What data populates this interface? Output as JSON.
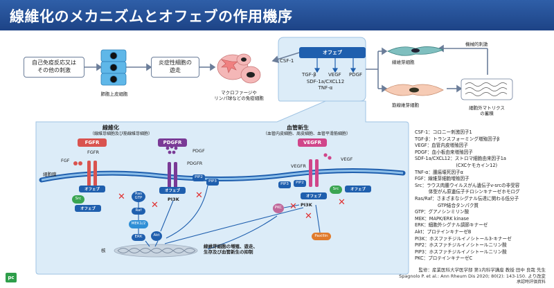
{
  "title": "線維化のメカニズムとオフェブの作用機序",
  "top_flow": {
    "stimulus": "自己免疫反応又は\nその他の刺激",
    "epithelial": "肺胞上皮細胞",
    "inflammatory": "炎症性細胞の\n遊走",
    "macrophage": "マクロファージや\nリンパ球などの免疫細胞",
    "ofev": "オフェブ",
    "csf": "CSF-1",
    "tgf": "TGF-β",
    "vegf": "VEGF",
    "pdgf": "PDGF",
    "sdf": "SDF-1a/CXCL12",
    "tnf": "TNF-α",
    "mechanical": "機械的刺激",
    "fibroblast": "線維芽細胞",
    "myofibroblast": "筋線維芽細胞",
    "ecm": "細胞外マトリクス\nの蓄積"
  },
  "detail": {
    "fibrosis_title": "線維化",
    "fibrosis_sub": "（線維芽細胞及び筋線維芽細胞）",
    "angio_title": "血管新生",
    "angio_sub": "（血管内皮細胞、周皮細胞、血管平滑筋細胞）",
    "fgfr": "FGFR",
    "pdgfr": "PDGFR",
    "vegfr": "VEGFR",
    "fgf": "FGF",
    "fgfr_label": "FGFR",
    "pdgf_label": "PDGF",
    "pdgfr_label": "PDGFR",
    "vegf_label": "VEGF",
    "vegfr_label": "VEGFR",
    "membrane": "細胞膜",
    "ofev_node": "オフェブ",
    "src": "Src",
    "ras": "Ras\nGTP",
    "raf": "Raf",
    "mek": "MEK1/2",
    "erk": "ERK",
    "akt": "Akt",
    "pi3k": "PI3K",
    "pip2": "PIP2",
    "pip3": "PIP3",
    "pkc": "PKC",
    "paxillin": "Paxillin",
    "nucleus": "核",
    "outcome": "線維芽細胞の増殖、遊走、\n生存及び血管新生の抑制"
  },
  "legend": [
    "CSF-1：コロニー刺激因子1",
    "TGF-β：トランスフォーミング増殖因子β",
    "VEGF：血管内皮増殖因子",
    "PDGF：血小板由来増殖因子",
    "SDF-1a/CXCL12：ストロマ細胞由来因子1a",
    "　　　　　　　　　(CXCケモカイン12)",
    "TNF-α：腫瘍壊死因子α",
    "FGF：線維芽細胞増殖因子",
    "Src：ラウス肉腫ウイルスがん遺伝子v-srcの非受容",
    "　　　体型がん原遺伝子チロシンキナーゼホモログ",
    "Ras/Raf：さまざまなシグナル伝達に関わる低分子",
    "　　　　　GTP結合タンパク質",
    "GTP：グアノシンミリン酸",
    "MEK：MAPK/ERK kinase",
    "ERK：細胞外シグナル調節キナーゼ",
    "Akt：プロテインキナーゼB",
    "PI3K：ホスファチジルイノシトール3-キナーゼ",
    "PIP2：ホスファチジルイノシトールニリン酸",
    "PIP3：ホスファチジルイノシトールニリン酸",
    "PKC：プロテインキナーゼC"
  ],
  "credits": {
    "line1": "監修：産業医科大学医学部 第1内科学講座 教授 田中 良哉 先生",
    "line2": "Spagnolo P. et al.: Ann Rheum Dis 2020; 80(2): 143-150. より改変",
    "line3": "承認時評価資料"
  },
  "logo": "pc",
  "colors": {
    "title_bar": "#1d4386",
    "ofev_blue": "#1f5fae",
    "fgfr_red": "#d9534f",
    "pdgfr_purple": "#7a3a96",
    "vegfr_pink": "#d0468a",
    "panel_bg": "#dcecf8",
    "inhibit_red": "#e03030"
  }
}
